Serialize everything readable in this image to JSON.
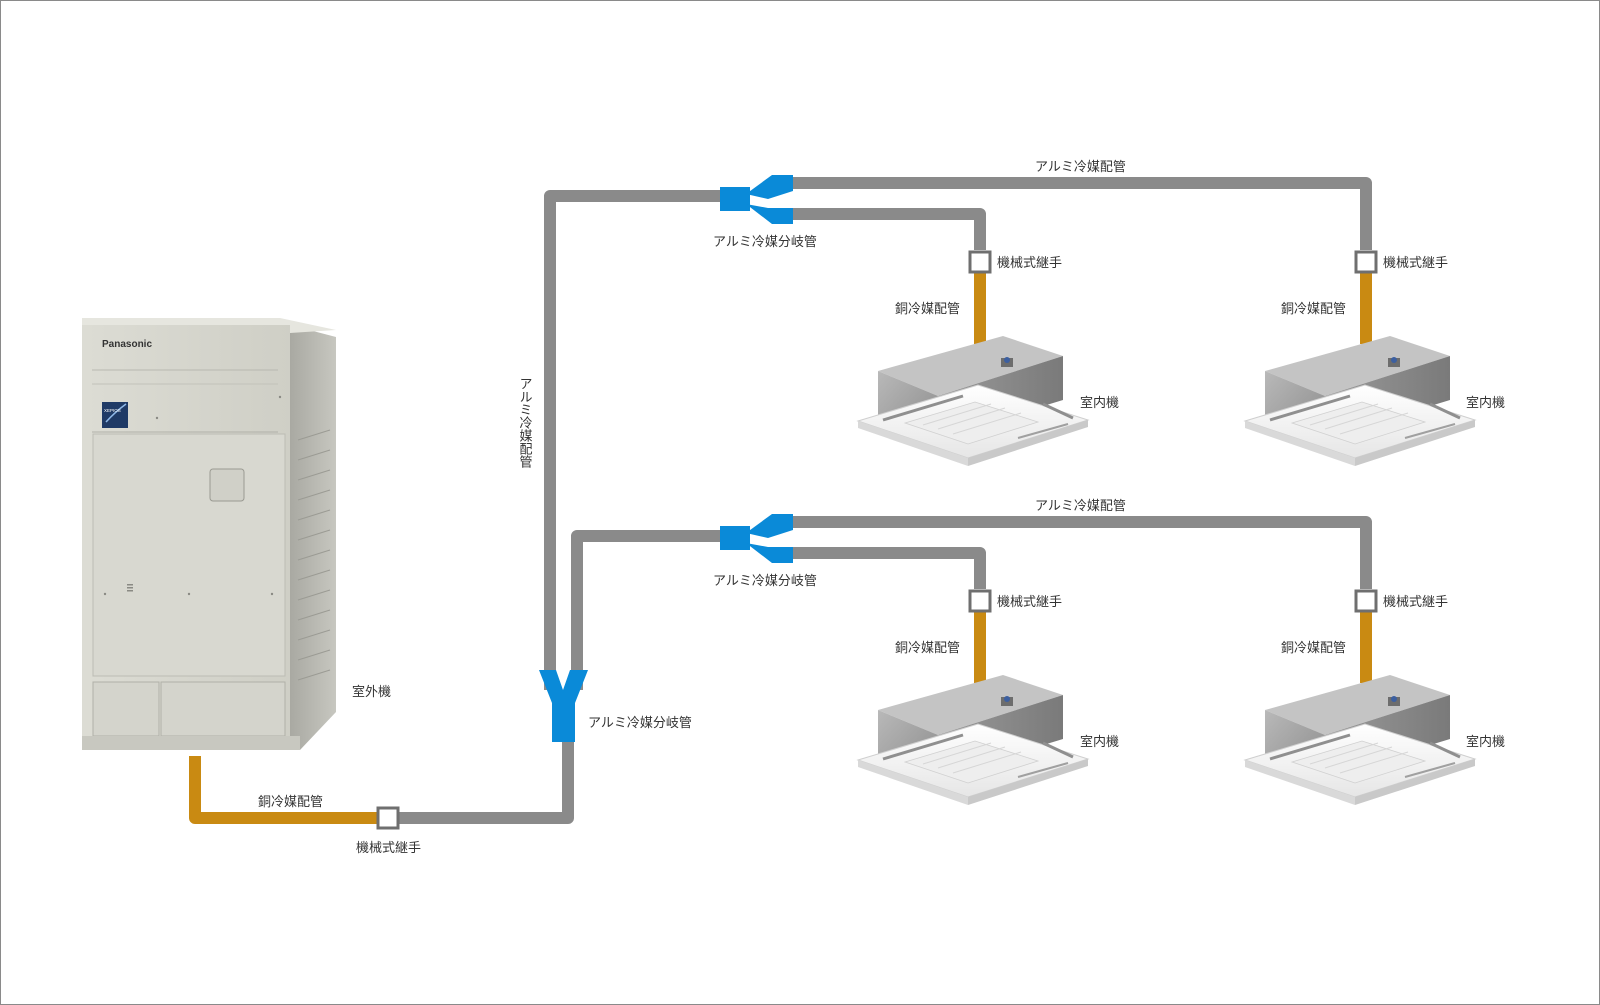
{
  "colors": {
    "aluminum_pipe": "#8a8a8a",
    "copper_pipe": "#c98a12",
    "branch_pipe": "#0a8ad8",
    "joint_border": "#6f6f6f",
    "text": "#333333"
  },
  "outdoor_unit": {
    "label": "室外機",
    "brand": "Panasonic",
    "badge": "XEPIOS"
  },
  "labels": {
    "aluminum_pipe": "アルミ冷媒配管",
    "branch_pipe": "アルミ冷媒分岐管",
    "mechanical_joint": "機械式継手",
    "copper_pipe": "銅冷媒配管",
    "indoor_unit": "室内機"
  },
  "indoor_units": [
    {
      "label": "室内機"
    },
    {
      "label": "室内機"
    },
    {
      "label": "室内機"
    },
    {
      "label": "室内機"
    }
  ]
}
